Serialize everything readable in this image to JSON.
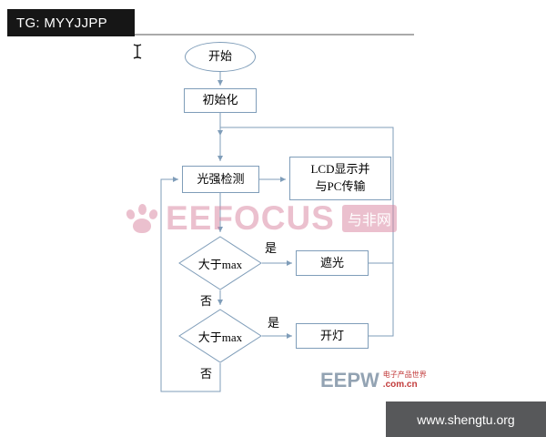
{
  "tag": {
    "label": "TG: MYYJJPP"
  },
  "footer": {
    "site_label": "www.shengtu.org"
  },
  "flowchart": {
    "start_label": "开始",
    "init_label": "初始化",
    "detect_label": "光强检测",
    "lcd_line1": "LCD显示并",
    "lcd_line2": "与PC传输",
    "decision1_label": "大于max",
    "decision2_label": "大于max",
    "shade_label": "遮光",
    "light_label": "开灯",
    "yes1_label": "是",
    "no1_label": "否",
    "yes2_label": "是",
    "no2_label": "否",
    "line_color": "#7f9db9"
  },
  "watermarks": {
    "eefocus_text": "EEFOCUS",
    "eefocus_badge": "与非网",
    "eefocus_color": "#d9829e",
    "eepw_text": "EEPW",
    "eepw_tagline": "电子产品世界",
    "eepw_domain": ".com.cn"
  }
}
